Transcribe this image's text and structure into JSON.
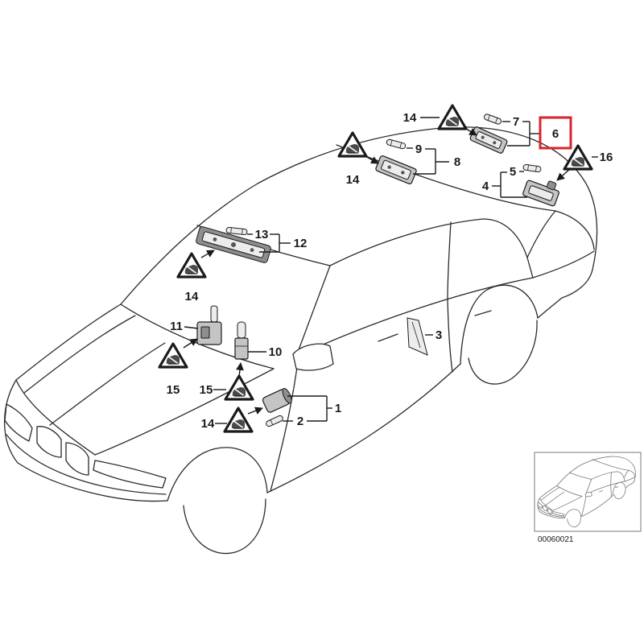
{
  "diagram": {
    "callouts": [
      {
        "label": "14"
      },
      {
        "label": "7"
      },
      {
        "label": "6",
        "highlighted": true
      },
      {
        "label": "9"
      },
      {
        "label": "8"
      },
      {
        "label": "16"
      },
      {
        "label": "5"
      },
      {
        "label": "4"
      },
      {
        "label": "14"
      },
      {
        "label": "13"
      },
      {
        "label": "12"
      },
      {
        "label": "14"
      },
      {
        "label": "11"
      },
      {
        "label": "10"
      },
      {
        "label": "3"
      },
      {
        "label": "15"
      },
      {
        "label": "15"
      },
      {
        "label": "1"
      },
      {
        "label": "2"
      },
      {
        "label": "14"
      }
    ],
    "warning_icon": "esd-warning-triangle-icon"
  },
  "inset": {
    "reference_code": "00060021"
  },
  "colors": {
    "line": "#2a2a2a",
    "highlight": "#d9242c",
    "inset_line": "#7a7a7a",
    "part_fill": "#c4c4c4"
  }
}
